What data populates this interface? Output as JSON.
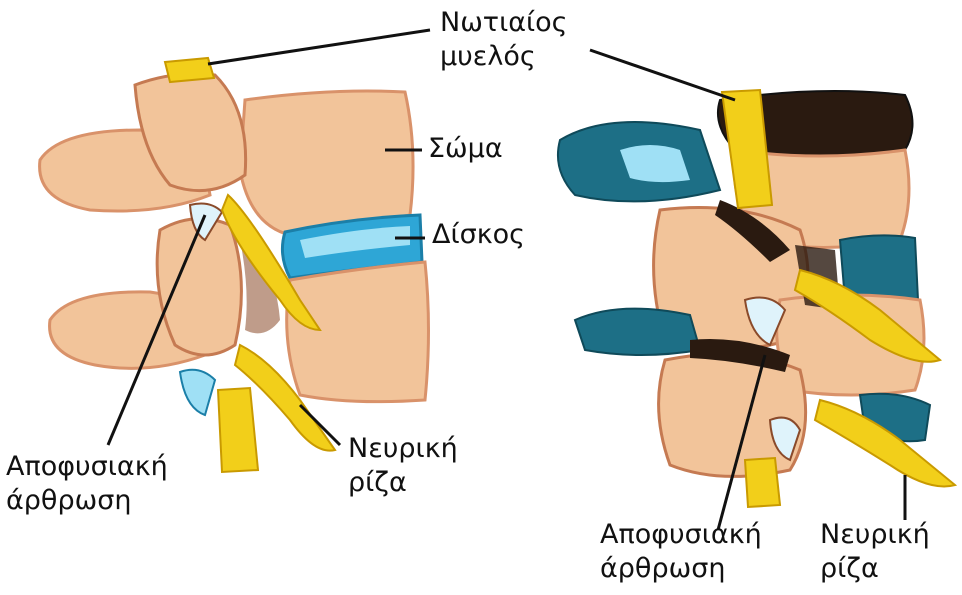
{
  "labels": {
    "spinal_cord": [
      "Νωτιαίος",
      "μυελός"
    ],
    "body": "Σώμα",
    "disc": "Δίσκος",
    "facet_left": [
      "Αποφυσιακή",
      "άρθρωση"
    ],
    "nerve_left": [
      "Νευρική",
      "ρίζα"
    ],
    "facet_right": [
      "Αποφυσιακή",
      "άρθρωση"
    ],
    "nerve_right": [
      "Νευρική",
      "ρίζα"
    ]
  },
  "colors": {
    "bone": "#f2c49a",
    "bone_shade": "#d9926a",
    "bone_dark": "#8a4a2a",
    "disc": "#2ea6d6",
    "disc_light": "#9fe0f5",
    "nerve": "#f2cf1a",
    "nerve_dark": "#c99a00",
    "teal": "#1d6f86",
    "shadow": "#2a1a10",
    "leader": "#111111"
  }
}
